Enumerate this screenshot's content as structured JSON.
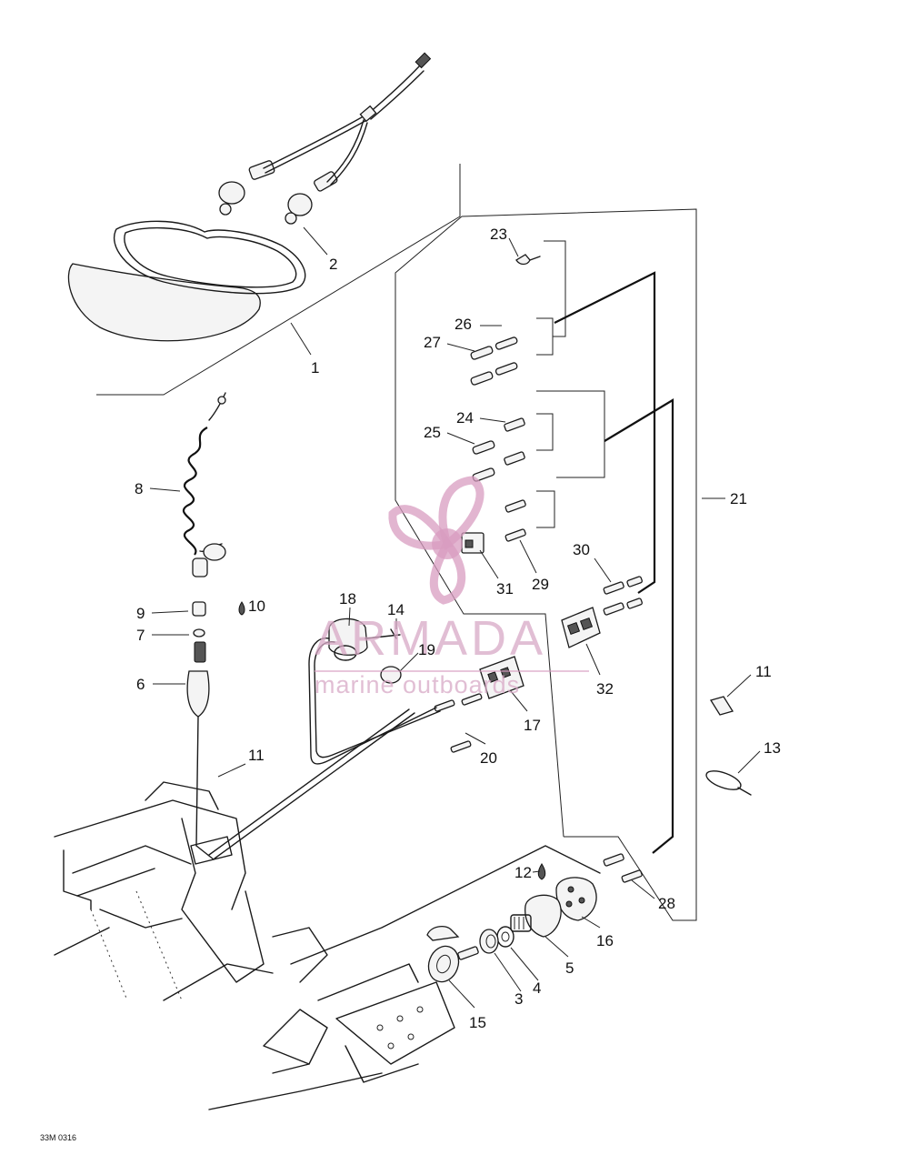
{
  "diagram_code": "33M 0316",
  "watermark": {
    "brand": "ARMADA",
    "tagline": "marine outboards",
    "color": "#d89cc0"
  },
  "callouts": [
    {
      "id": "c1",
      "text": "1"
    },
    {
      "id": "c2",
      "text": "2"
    },
    {
      "id": "c3",
      "text": "3"
    },
    {
      "id": "c4",
      "text": "4"
    },
    {
      "id": "c5",
      "text": "5"
    },
    {
      "id": "c6",
      "text": "6"
    },
    {
      "id": "c7",
      "text": "7"
    },
    {
      "id": "c8",
      "text": "8"
    },
    {
      "id": "c9",
      "text": "9"
    },
    {
      "id": "c10",
      "text": "10"
    },
    {
      "id": "c11a",
      "text": "11"
    },
    {
      "id": "c11b",
      "text": "11"
    },
    {
      "id": "c12",
      "text": "12"
    },
    {
      "id": "c13",
      "text": "13"
    },
    {
      "id": "c14",
      "text": "14"
    },
    {
      "id": "c15",
      "text": "15"
    },
    {
      "id": "c16",
      "text": "16"
    },
    {
      "id": "c17",
      "text": "17"
    },
    {
      "id": "c18",
      "text": "18"
    },
    {
      "id": "c19",
      "text": "19"
    },
    {
      "id": "c20",
      "text": "20"
    },
    {
      "id": "c21",
      "text": "21"
    },
    {
      "id": "c23",
      "text": "23"
    },
    {
      "id": "c24",
      "text": "24"
    },
    {
      "id": "c25",
      "text": "25"
    },
    {
      "id": "c26",
      "text": "26"
    },
    {
      "id": "c27",
      "text": "27"
    },
    {
      "id": "c28",
      "text": "28"
    },
    {
      "id": "c29",
      "text": "29"
    },
    {
      "id": "c30",
      "text": "30"
    },
    {
      "id": "c31",
      "text": "31"
    },
    {
      "id": "c32",
      "text": "32"
    }
  ]
}
